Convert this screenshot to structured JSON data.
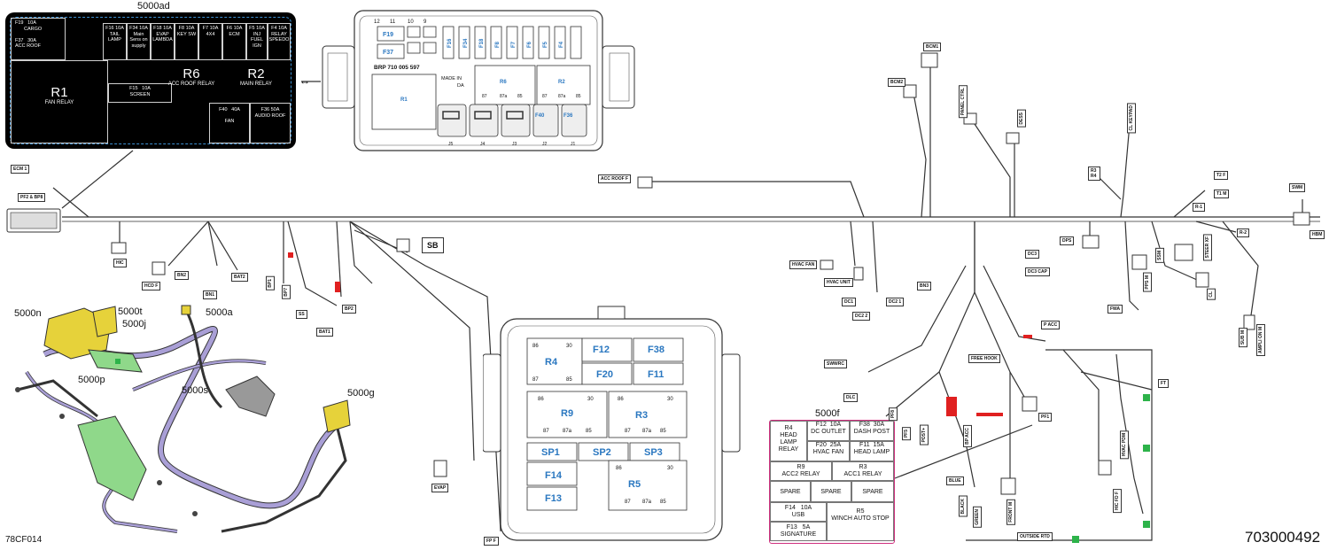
{
  "diagram_id": "5000ad",
  "callouts": {
    "c_5000ad": "5000ad",
    "c_5000n": "5000n",
    "c_5000t": "5000t",
    "c_5000j": "5000j",
    "c_5000a": "5000a",
    "c_5000p": "5000p",
    "c_5000s": "5000s",
    "c_5000g": "5000g",
    "c_5000f": "5000f"
  },
  "footer": {
    "left_code": "78CF014",
    "right_code": "703000492"
  },
  "fuse_label_black": {
    "f19": "F19",
    "f19_amp": "10A",
    "cargo": "CARGO",
    "f37": "F37",
    "f37_amp": "30A",
    "acc_roof": "ACC ROOF",
    "f16": "F16 10A",
    "tail_lamp": "TAIL LAMP",
    "f34": "F34 10A",
    "main_sens": "Main Sens on supply",
    "f18": "F18 10A",
    "evap": "EVAP LAMBDA",
    "f8": "F8 10A",
    "key_sw": "KEY SW",
    "f7": "F7 10A",
    "four_x4": "4X4",
    "f6": "F6 10A",
    "ecm": "ECM",
    "f5": "F5 10A",
    "inj": "INJ FUEL IGN",
    "f4": "F4 10A",
    "relay_speedo": "RELAY SPEEDO",
    "r1": "R1",
    "fan_relay": "FAN RELAY",
    "f15": "F15",
    "f15_amp": "10A",
    "screen": "SCREEN",
    "r6": "R6",
    "acc_roof_relay": "ACC ROOF RELAY",
    "r2": "R2",
    "main_relay": "MAIN RELAY",
    "f40": "F40",
    "f40_amp": "40A",
    "fan": "FAN",
    "f36": "F36 50A",
    "audio_roof": "AUDIO ROOF"
  },
  "fuse_box_top": {
    "part_no": "BRP 710 005 597",
    "made_in": "MADE IN",
    "da": "DA",
    "slots": [
      "F19",
      "F37",
      "F16",
      "F34",
      "F18",
      "F8",
      "F7",
      "F6",
      "F5",
      "F4",
      "R6",
      "R2",
      "R1",
      "F40",
      "F36"
    ],
    "nums": [
      "12",
      "11",
      "10",
      "9"
    ],
    "pins": [
      "87",
      "87a",
      "85",
      "87",
      "87a",
      "85"
    ],
    "bottom": [
      "J5",
      "J4",
      "J3",
      "J2",
      "J1"
    ]
  },
  "fuse_box_5000f": {
    "r4": "R4",
    "f12": "F12",
    "f20": "F20",
    "f38": "F38",
    "f11": "F11",
    "r9": "R9",
    "r3": "R3",
    "sp1": "SP1",
    "sp2": "SP2",
    "sp3": "SP3",
    "f14": "F14",
    "f13": "F13",
    "r5": "R5",
    "n86": "86",
    "n30": "30",
    "n87": "87",
    "n85": "85",
    "n87a": "87a"
  },
  "table_5000f": {
    "r4": "R4",
    "r4_desc": "HEAD LAMP RELAY",
    "f12": "F12",
    "f12_amp": "10A",
    "f12_desc": "DC OUTLET",
    "f38": "F38",
    "f38_amp": "30A",
    "f38_desc": "DASH POST",
    "f20": "F20",
    "f20_amp": "25A",
    "f20_desc": "HVAC FAN",
    "f11": "F11",
    "f11_amp": "15A",
    "f11_desc": "HEAD LAMP",
    "r9": "R9",
    "r9_desc": "ACC2 RELAY",
    "r3": "R3",
    "r3_desc": "ACC1 RELAY",
    "spare": "SPARE",
    "f14": "F14",
    "f14_amp": "10A",
    "f14_desc": "USB",
    "f13": "F13",
    "f13_amp": "5A",
    "f13_desc": "SIGNATURE",
    "r5": "R5",
    "r5_desc": "WINCH AUTO STOP"
  },
  "connectors": {
    "ecm1": "ECM 1",
    "pf2_bp8": "PF2 & BP8",
    "hic": "HIC",
    "hcd_f": "HCD F",
    "bn2": "BN2",
    "bn1": "BN1",
    "bat2": "BAT2",
    "bp1": "BP1",
    "bp7": "BP7",
    "ss": "SS",
    "bat1": "BAT1",
    "bp2": "BP2",
    "sb": "SB",
    "evap": "EVAP",
    "fp_f": "FP F",
    "acc_roof_f": "ACC ROOF F",
    "hvac_fan": "HVAC FAN",
    "hvac_unit": "HVAC UNIT",
    "dc1": "DC1",
    "dc2_2": "DC2 2",
    "dc2_1": "DC2 1",
    "bcm1": "BCM1",
    "bcm2": "BCM2",
    "panel_ctrl": "PANEL CTRL",
    "dess": "DESS",
    "cl_keypad": "CL KEYPAD",
    "r3r4": "R3 R4",
    "t2f": "T2 F",
    "t1m": "T1 M",
    "r1": "R-1",
    "r2": "R-2",
    "swm": "SWM",
    "hbm": "HBM",
    "dps": "DPS",
    "dc3": "DC3",
    "dc3_cap": "DC3 CAP",
    "bn3": "BN3",
    "steer": "STEER XF",
    "ssm": "SSM",
    "pps_m": "PPS M",
    "cl": "CL",
    "fwa": "FWA",
    "sub_m": "SUB M",
    "ampli": "AMPLI ON M",
    "p_acc": "P ACC",
    "free_hook": "FREE HOOK",
    "swwrc": "SWWRC",
    "dlc": "DLC",
    "pf8": "PF8",
    "pf5": "PF5",
    "post_plus": "POST+",
    "bp_acc": "BP ACC",
    "blue": "BLUE",
    "black": "BLACK",
    "green": "GREEN",
    "front_m": "FRONT M",
    "pf1": "PF1",
    "ft": "FT",
    "hvac_pdm": "HVAC PDM",
    "hic_fd": "HIC FD F",
    "outside_rtd": "OUTSIDE RTD"
  },
  "colors": {
    "fuse_label_bg": "#000000",
    "fuse_label_dash": "#3d8fd0",
    "fuse_text_blue": "#2a77c0",
    "table_border": "#d0307f",
    "harness_purple": "#a99fd6",
    "harness_yellow": "#e6d23a",
    "harness_green": "#8fd88a",
    "accent_red": "#e02020",
    "green_marker": "#2db34a"
  }
}
